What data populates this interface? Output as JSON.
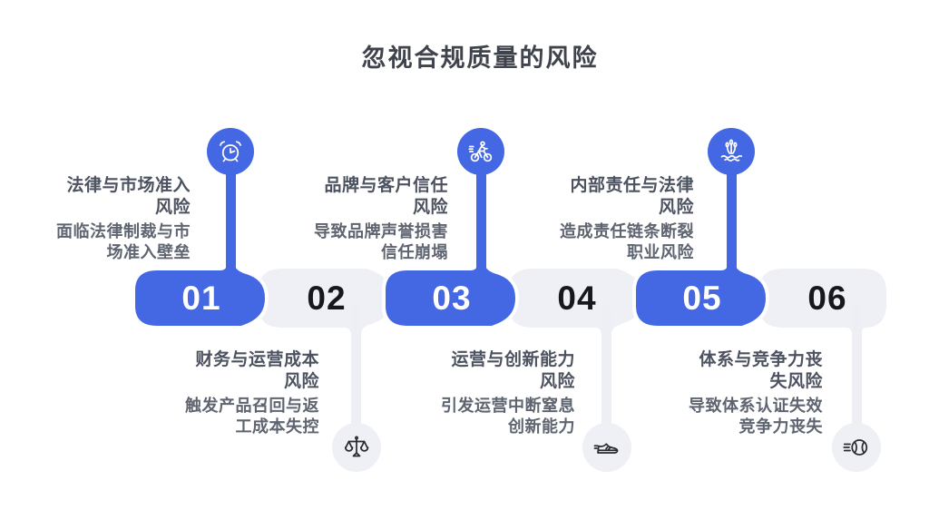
{
  "page": {
    "title": "忽视合规质量的风险",
    "background_color": "#ffffff"
  },
  "colors": {
    "primary_blue": "#4467e4",
    "segment_light": "#eef0f5",
    "number_on_blue": "#ffffff",
    "number_on_light": "#17181d",
    "page_title_color": "#3f434b",
    "item_title_color": "#4c5260",
    "item_desc_color": "#5e6570",
    "bottom_icon_color": "#2b2c33"
  },
  "timeline": {
    "steps": [
      {
        "number": "01",
        "variant": "blue"
      },
      {
        "number": "02",
        "variant": "light"
      },
      {
        "number": "03",
        "variant": "blue"
      },
      {
        "number": "04",
        "variant": "light"
      },
      {
        "number": "05",
        "variant": "blue"
      },
      {
        "number": "06",
        "variant": "light"
      }
    ]
  },
  "items": [
    {
      "step": "01",
      "position": "top",
      "icon": "alarm-clock-icon",
      "title": "法律与市场准入\n风险",
      "description": "面临法律制裁与市\n场准入壁垒"
    },
    {
      "step": "02",
      "position": "bottom",
      "icon": "scales-icon",
      "title": "财务与运营成本\n风险",
      "description": "触发产品召回与返\n工成本失控"
    },
    {
      "step": "03",
      "position": "top",
      "icon": "cyclist-icon",
      "title": "品牌与客户信任\n风险",
      "description": "导致品牌声誉损害\n信任崩塌"
    },
    {
      "step": "04",
      "position": "bottom",
      "icon": "running-shoe-icon",
      "title": "运营与创新能力\n风险",
      "description": "引发运营中断窒息\n创新能力"
    },
    {
      "step": "05",
      "position": "top",
      "icon": "water-plant-icon",
      "title": "内部责任与法律\n风险",
      "description": "造成责任链条断裂\n职业风险"
    },
    {
      "step": "06",
      "position": "bottom",
      "icon": "ball-icon",
      "title": "体系与竞争力丧\n失风险",
      "description": "导致体系认证失效\n竞争力丧失"
    }
  ]
}
